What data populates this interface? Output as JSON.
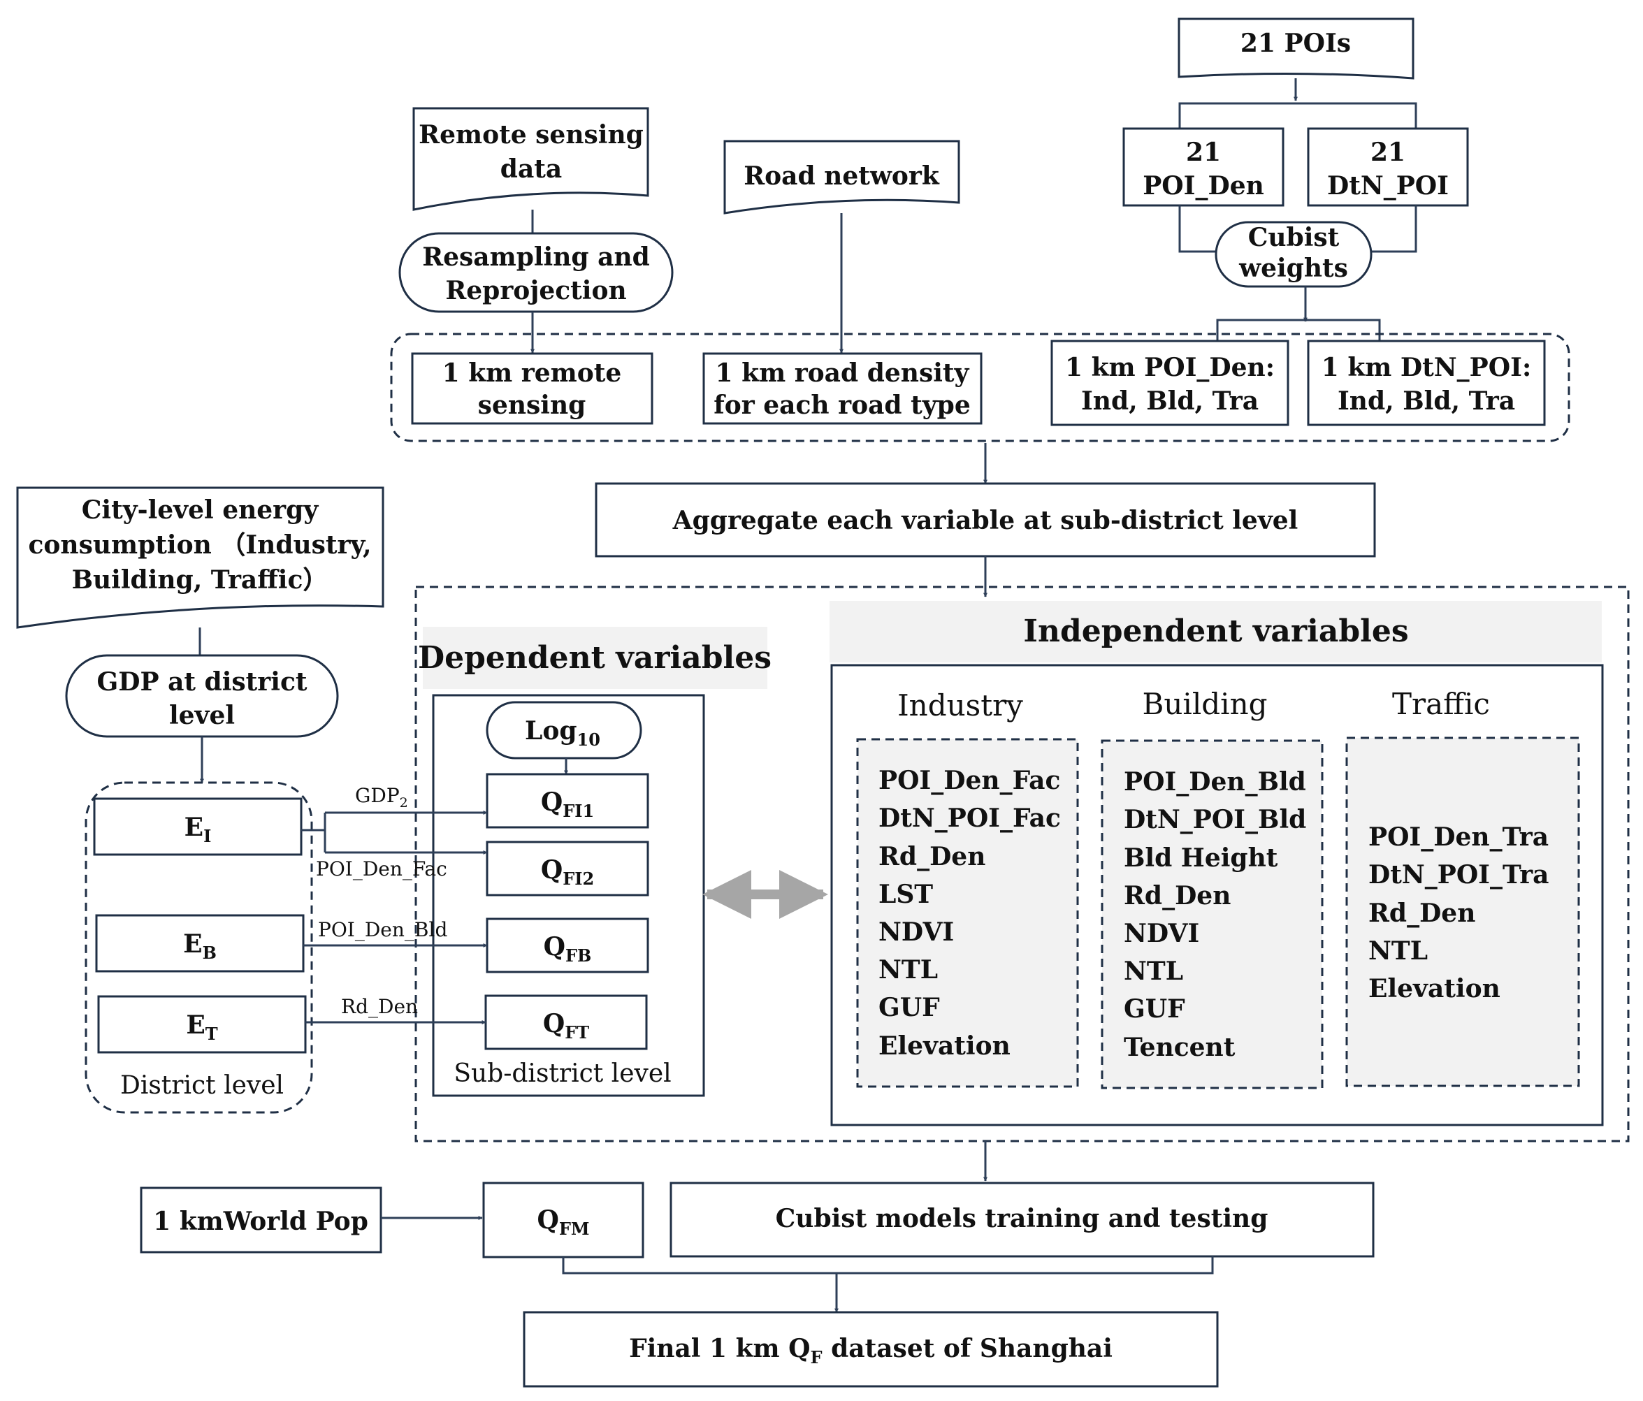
{
  "pois": {
    "title": "21 POIs"
  },
  "poi_den": {
    "l1": "21",
    "l2": "POI_Den"
  },
  "dtn_poi": {
    "l1": "21",
    "l2": "DtN_POI"
  },
  "cubist_weights": {
    "l1": "Cubist",
    "l2": "weights"
  },
  "remote_sensing": {
    "l1": "Remote sensing",
    "l2": "data"
  },
  "resampling": {
    "l1": "Resampling and",
    "l2": "Reprojection"
  },
  "road_network": {
    "title": "Road network"
  },
  "km_remote": {
    "l1": "1 km remote",
    "l2": "sensing"
  },
  "km_road": {
    "l1": "1 km road density",
    "l2": "for each road type"
  },
  "km_poi_den": {
    "l1": "1 km POI_Den:",
    "l2": "Ind, Bld, Tra"
  },
  "km_dtn_poi": {
    "l1": "1 km DtN_POI:",
    "l2": "Ind, Bld, Tra"
  },
  "aggregate": {
    "title": "Aggregate each variable at sub-district level"
  },
  "city_energy": {
    "l1": "City-level energy",
    "l2": "consumption （Industry,",
    "l3": "Building, Traffic）"
  },
  "gdp_district": {
    "l1": "GDP at district",
    "l2": "level"
  },
  "district": {
    "ei": "E",
    "ei_sub": "I",
    "eb": "E",
    "eb_sub": "B",
    "et": "E",
    "et_sub": "T",
    "label": "District level"
  },
  "edges": {
    "gdp2": "GDP",
    "gdp2_sub": "2",
    "poi_den_fac": "POI_Den_Fac",
    "poi_den_bld": "POI_Den_Bld",
    "rd_den": "Rd_Den"
  },
  "dependent": {
    "title": "Dependent variables",
    "log": "Log",
    "log_sub": "10",
    "qfi1": "Q",
    "qfi1_sub": "FI1",
    "qfi2": "Q",
    "qfi2_sub": "FI2",
    "qfb": "Q",
    "qfb_sub": "FB",
    "qft": "Q",
    "qft_sub": "FT",
    "label": "Sub-district level"
  },
  "independent": {
    "title": "Independent variables",
    "industry": {
      "title": "Industry",
      "items": [
        "POI_Den_Fac",
        "DtN_POI_Fac",
        "Rd_Den",
        "LST",
        "NDVI",
        "NTL",
        "GUF",
        "Elevation"
      ]
    },
    "building": {
      "title": "Building",
      "items": [
        "POI_Den_Bld",
        "DtN_POI_Bld",
        "Bld Height",
        "Rd_Den",
        "NDVI",
        "NTL",
        "GUF",
        "Tencent"
      ]
    },
    "traffic": {
      "title": "Traffic",
      "items": [
        "POI_Den_Tra",
        "DtN_POI_Tra",
        "Rd_Den",
        "NTL",
        "Elevation"
      ]
    }
  },
  "worldpop": {
    "title": "1 kmWorld Pop"
  },
  "qfm": {
    "main": "Q",
    "sub": "FM"
  },
  "cubist_models": {
    "title": "Cubist models training and testing"
  },
  "final": {
    "pre": "Final 1 km Q",
    "sub": "F",
    "post": " dataset of Shanghai"
  }
}
